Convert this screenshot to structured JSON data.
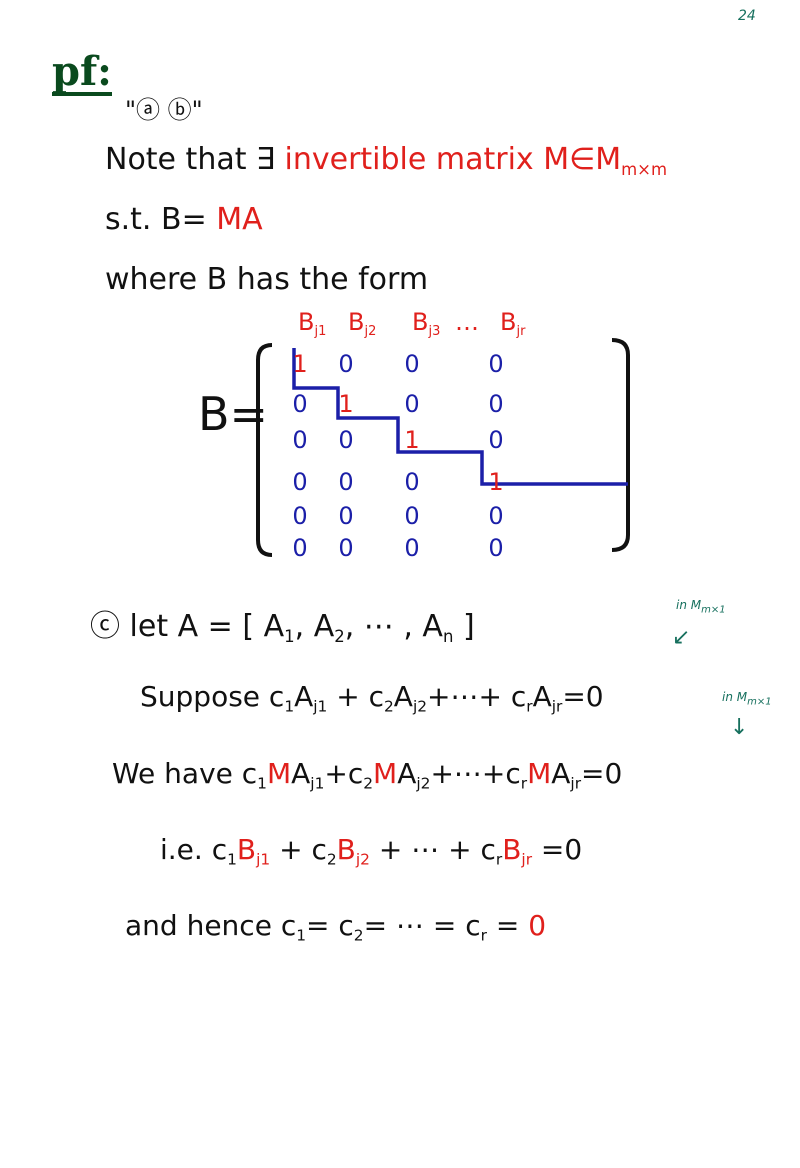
{
  "page_number": "24",
  "heading": "pf:",
  "parts_ab": "\"ⓐ ⓑ\"",
  "lines": [
    {
      "name": "note-line",
      "segs": [
        {
          "t": "Note that ∃ ",
          "c": "black"
        },
        {
          "t": "invertible matrix M∈M",
          "c": "red",
          "sub": "m×m"
        }
      ]
    },
    {
      "name": "st-line",
      "segs": [
        {
          "t": "s.t.  B= ",
          "c": "black"
        },
        {
          "t": "MA",
          "c": "red"
        }
      ]
    },
    {
      "name": "where-line",
      "segs": [
        {
          "t": "where B has the form",
          "c": "black"
        }
      ]
    },
    {
      "name": "let-line",
      "segs": [
        {
          "t": "ⓒ  let  A = [ A",
          "c": "black",
          "sub": "1"
        },
        {
          "t": ", A",
          "c": "black",
          "sub": "2"
        },
        {
          "t": ", ⋯ , A",
          "c": "black",
          "sub": "n"
        },
        {
          "t": " ]",
          "c": "black"
        }
      ]
    },
    {
      "name": "suppose-line",
      "segs": [
        {
          "t": "Suppose   c",
          "c": "black",
          "sub": "1"
        },
        {
          "t": "A",
          "c": "black",
          "sub": "j1"
        },
        {
          "t": " + c",
          "c": "black",
          "sub": "2"
        },
        {
          "t": "A",
          "c": "black",
          "sub": "j2"
        },
        {
          "t": "+⋯+ c",
          "c": "black",
          "sub": "r"
        },
        {
          "t": "A",
          "c": "black",
          "sub": "jr"
        },
        {
          "t": "=0",
          "c": "black"
        }
      ]
    },
    {
      "name": "we-have-line",
      "segs": [
        {
          "t": "We have  c",
          "c": "black",
          "sub": "1"
        },
        {
          "t": "M",
          "c": "red"
        },
        {
          "t": "A",
          "c": "black",
          "sub": "j1"
        },
        {
          "t": "+c",
          "c": "black",
          "sub": "2"
        },
        {
          "t": "M",
          "c": "red"
        },
        {
          "t": "A",
          "c": "black",
          "sub": "j2"
        },
        {
          "t": "+⋯+c",
          "c": "black",
          "sub": "r"
        },
        {
          "t": "M",
          "c": "red"
        },
        {
          "t": "A",
          "c": "black",
          "sub": "jr"
        },
        {
          "t": "=0",
          "c": "black"
        }
      ]
    },
    {
      "name": "ie-line",
      "segs": [
        {
          "t": "i.e.    c",
          "c": "black",
          "sub": "1"
        },
        {
          "t": "B",
          "c": "red",
          "sub": "j1"
        },
        {
          "t": " + c",
          "c": "black",
          "sub": "2"
        },
        {
          "t": "B",
          "c": "red",
          "sub": "j2"
        },
        {
          "t": " + ⋯ + c",
          "c": "black",
          "sub": "r"
        },
        {
          "t": "B",
          "c": "red",
          "sub": "jr"
        },
        {
          "t": " =0",
          "c": "black"
        }
      ]
    },
    {
      "name": "hence-line",
      "segs": [
        {
          "t": "and hence    c",
          "c": "black",
          "sub": "1"
        },
        {
          "t": "= c",
          "c": "black",
          "sub": "2"
        },
        {
          "t": "= ⋯ = c",
          "c": "black",
          "sub": "r"
        },
        {
          "t": " = ",
          "c": "black"
        },
        {
          "t": "0",
          "c": "red"
        }
      ]
    }
  ],
  "annotations": [
    "in M",
    "in M"
  ],
  "annotation_sub": "m×1",
  "matrix": {
    "label": "B=",
    "column_labels": [
      {
        "t": "B",
        "sub": "j1"
      },
      {
        "t": "B",
        "sub": "j2"
      },
      {
        "t": "B",
        "sub": "j3"
      },
      {
        "t": "…",
        "sub": ""
      },
      {
        "t": "B",
        "sub": "jr"
      }
    ],
    "columns": [
      [
        "1",
        "0",
        "0",
        "0",
        "0",
        "0"
      ],
      [
        "0",
        "1",
        "0",
        "0",
        "0",
        "0"
      ],
      [
        "0",
        "0",
        "1",
        "0",
        "0",
        "0"
      ],
      [
        "0",
        "0",
        "0",
        "1",
        "0",
        "0"
      ]
    ]
  },
  "colors": {
    "red": "#e0201c",
    "blue": "#1b1fa8",
    "black": "#111111",
    "teal": "#17705e",
    "green": "#0a4a1e"
  }
}
